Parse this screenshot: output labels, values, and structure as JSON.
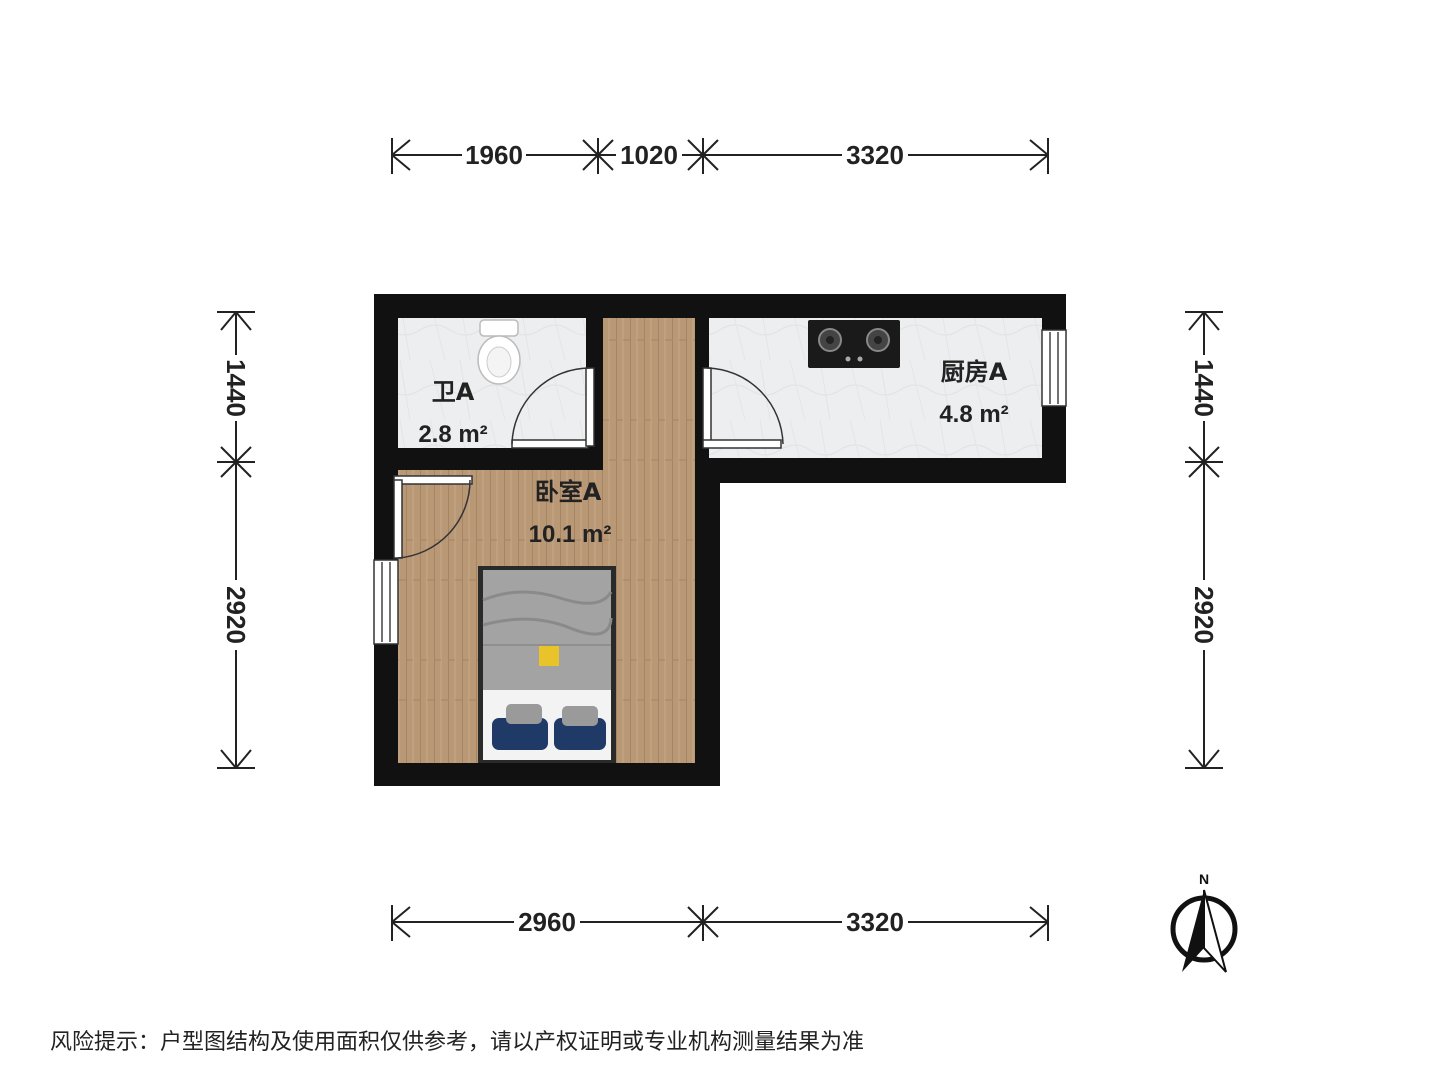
{
  "dimensions": {
    "top": [
      "1960",
      "1020",
      "3320"
    ],
    "bottom": [
      "2960",
      "3320"
    ],
    "left": [
      "1440",
      "2920"
    ],
    "right": [
      "1440",
      "2920"
    ]
  },
  "rooms": {
    "bathroom": {
      "name": "卫A",
      "area": "2.8 m²"
    },
    "bedroom": {
      "name": "卧室A",
      "area": "10.1 m²"
    },
    "kitchen": {
      "name": "厨房A",
      "area": "4.8 m²"
    }
  },
  "compass": {
    "label": "N"
  },
  "disclaimer": "风险提示：户型图结构及使用面积仅供参考，请以产权证明或专业机构测量结果为准",
  "colors": {
    "wall": "#111111",
    "wood_floor": "#b99876",
    "tile_floor": "#eceeef",
    "bed_blanket": "#9a9a9a",
    "pillow": "#1f3a66"
  }
}
